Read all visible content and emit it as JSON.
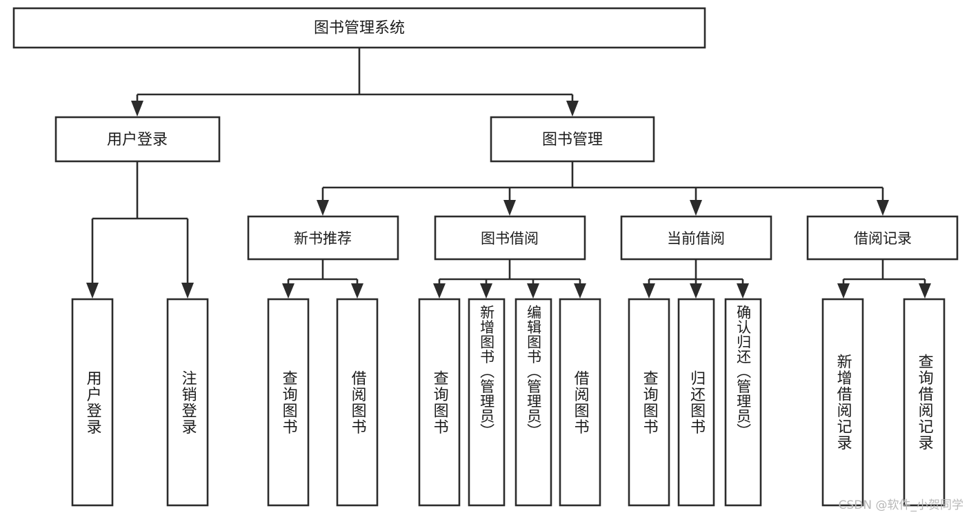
{
  "diagram": {
    "type": "tree-hierarchy",
    "orientation": "top-down",
    "title": "图书管理系统",
    "watermark": "CSDN @软件_小贺同学",
    "colors": {
      "stroke": "#2b2b2b",
      "fill": "#ffffff",
      "text": "#1b1b1b",
      "watermark": "#b8b8b8"
    },
    "levels": [
      {
        "level": 0,
        "nodes": [
          {
            "id": "root",
            "label": "图书管理系统",
            "orientation": "horizontal"
          }
        ]
      },
      {
        "level": 1,
        "nodes": [
          {
            "id": "login",
            "label": "用户登录",
            "orientation": "horizontal",
            "parent": "root"
          },
          {
            "id": "bookmgmt",
            "label": "图书管理",
            "orientation": "horizontal",
            "parent": "root"
          }
        ]
      },
      {
        "level": 2,
        "nodes": [
          {
            "id": "newbook",
            "label": "新书推荐",
            "orientation": "horizontal",
            "parent": "bookmgmt"
          },
          {
            "id": "borrow",
            "label": "图书借阅",
            "orientation": "horizontal",
            "parent": "bookmgmt"
          },
          {
            "id": "current",
            "label": "当前借阅",
            "orientation": "horizontal",
            "parent": "bookmgmt"
          },
          {
            "id": "records",
            "label": "借阅记录",
            "orientation": "horizontal",
            "parent": "bookmgmt"
          }
        ]
      },
      {
        "level": 3,
        "nodes": [
          {
            "id": "leaf1",
            "label": "用户登录",
            "orientation": "vertical",
            "parent": "login"
          },
          {
            "id": "leaf2",
            "label": "注销登录",
            "orientation": "vertical",
            "parent": "login"
          },
          {
            "id": "leaf3",
            "label": "查询图书",
            "orientation": "vertical",
            "parent": "newbook"
          },
          {
            "id": "leaf4",
            "label": "借阅图书",
            "orientation": "vertical",
            "parent": "newbook"
          },
          {
            "id": "leaf5",
            "label": "查询图书",
            "orientation": "vertical",
            "parent": "borrow"
          },
          {
            "id": "leaf6",
            "label": "新增图书（管理员）",
            "orientation": "vertical",
            "parent": "borrow"
          },
          {
            "id": "leaf7",
            "label": "编辑图书（管理员）",
            "orientation": "vertical",
            "parent": "borrow"
          },
          {
            "id": "leaf8",
            "label": "借阅图书",
            "orientation": "vertical",
            "parent": "borrow"
          },
          {
            "id": "leaf9",
            "label": "查询图书",
            "orientation": "vertical",
            "parent": "current"
          },
          {
            "id": "leaf10",
            "label": "归还图书",
            "orientation": "vertical",
            "parent": "current"
          },
          {
            "id": "leaf11",
            "label": "确认归还（管理员）",
            "orientation": "vertical",
            "parent": "current"
          },
          {
            "id": "leaf12",
            "label": "新增借阅记录",
            "orientation": "vertical",
            "parent": "records"
          },
          {
            "id": "leaf13",
            "label": "查询借阅记录",
            "orientation": "vertical",
            "parent": "records"
          }
        ]
      }
    ]
  }
}
